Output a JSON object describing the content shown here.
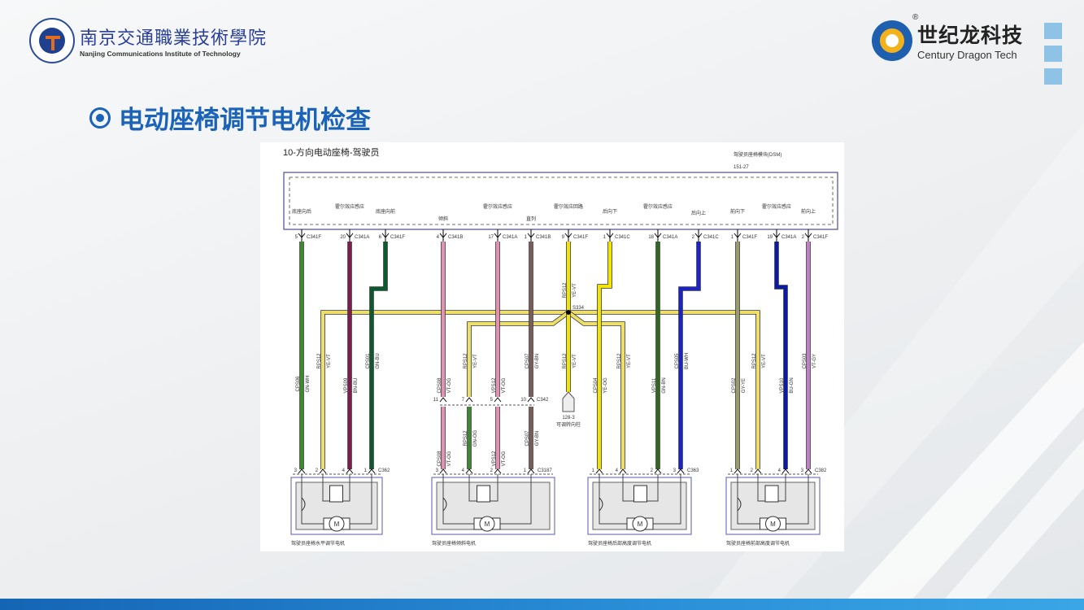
{
  "header": {
    "school_name_cn": "南京交通職業技術學院",
    "school_name_en": "Nanjing Communications Institute of Technology",
    "company_name_cn": "世纪龙科技",
    "company_name_en": "Century Dragon Tech",
    "registered_mark": "®"
  },
  "slide_title": "电动座椅调节电机检查",
  "diagram": {
    "title": "10-方向电动座椅-驾驶员",
    "module_name": "驾驶员座椅模块(DSM)",
    "module_ref": "151-27",
    "splice": "S334",
    "ground_ref": "128-3",
    "ground_label": "可调转向柱",
    "inline_connector": "C342",
    "top_pins": [
      {
        "func": "底座向后",
        "pin": "5",
        "conn": "C341F"
      },
      {
        "func": "霍尔效应感应",
        "pin": "20",
        "conn": "C341A"
      },
      {
        "func": "底座向前",
        "pin": "6",
        "conn": "C341F"
      },
      {
        "func": "倾斜",
        "pin": "4",
        "conn": "C341B"
      },
      {
        "func": "霍尔效应感应",
        "pin": "17",
        "conn": "C341A"
      },
      {
        "func": "直列",
        "pin": "1",
        "conn": "C341B"
      },
      {
        "func": "霍尔效应回路",
        "pin": "9",
        "conn": "C341F"
      },
      {
        "func": "后向下",
        "pin": "1",
        "conn": "C341C"
      },
      {
        "func": "霍尔效应感应",
        "pin": "18",
        "conn": "C341A"
      },
      {
        "func": "后向上",
        "pin": "2",
        "conn": "C341C"
      },
      {
        "func": "前向下",
        "pin": "1",
        "conn": "C341F"
      },
      {
        "func": "霍尔效应感应",
        "pin": "19",
        "conn": "C341A"
      },
      {
        "func": "前向上",
        "pin": "2",
        "conn": "C341F"
      }
    ],
    "wire_labels": [
      {
        "circuit": "CPS06",
        "color": "GN-WH"
      },
      {
        "circuit": "RPS12",
        "color": "YE-VT"
      },
      {
        "circuit": "VPS09",
        "color": "BN-BU"
      },
      {
        "circuit": "CPS01",
        "color": "GN-BU"
      },
      {
        "circuit": "CPS08",
        "color": "VT-OG"
      },
      {
        "circuit": "RPS12",
        "color": "YE-VT"
      },
      {
        "circuit": "VPS12",
        "color": "VT-OG"
      },
      {
        "circuit": "CPS07",
        "color": "GY-BN"
      },
      {
        "circuit": "RPS12",
        "color": "YE-VT"
      },
      {
        "circuit": "RPS12",
        "color": "YE-VT"
      },
      {
        "circuit": "CPS04",
        "color": "YE-OG"
      },
      {
        "circuit": "RPS12",
        "color": "YE-VT"
      },
      {
        "circuit": "VPS11",
        "color": "GN-BN"
      },
      {
        "circuit": "CPS05",
        "color": "BU-WH"
      },
      {
        "circuit": "CPS02",
        "color": "GY-YE"
      },
      {
        "circuit": "RPS12",
        "color": "YE-VT"
      },
      {
        "circuit": "VPS10",
        "color": "BU-GN"
      },
      {
        "circuit": "CPS03",
        "color": "VT-GY"
      },
      {
        "circuit": "CPS08",
        "color": "VT-OG"
      },
      {
        "circuit": "RPS12",
        "color": "GN-OG"
      },
      {
        "circuit": "VPS12",
        "color": "VT-OG"
      },
      {
        "circuit": "CPS07",
        "color": "GY-BN"
      }
    ],
    "c342_pins": [
      "11",
      "7",
      "5",
      "10"
    ],
    "motors": [
      {
        "name": "驾驶员座椅水平调节电机",
        "conn": "C362",
        "pins": [
          "3",
          "2",
          "4",
          "1"
        ],
        "symbol": "M"
      },
      {
        "name": "驾驶员座椅倾斜电机",
        "conn": "C3187",
        "pins": [
          "3",
          "4",
          "2",
          "1"
        ],
        "symbol": "M"
      },
      {
        "name": "驾驶员座椅后部高度调节电机",
        "conn": "C363",
        "pins": [
          "1",
          "4",
          "2",
          "3"
        ],
        "symbol": "M"
      },
      {
        "name": "驾驶员座椅前部高度调节电机",
        "conn": "C382",
        "pins": [
          "1",
          "2",
          "4",
          "3"
        ],
        "symbol": "M"
      }
    ]
  },
  "colors": {
    "title_blue": "#1a63b8",
    "GN": "#3b8a2e",
    "VT": "#7d1d4f",
    "DG": "#0b5a2e",
    "PK": "#e58fb5",
    "BN": "#7a5c58",
    "YE": "#f3e400",
    "YL": "#eede6a",
    "DGN": "#2d6a1e",
    "BU": "#1a22d0",
    "OL": "#9a9a6a",
    "DBU": "#0a1aa8",
    "VI": "#c080c8"
  }
}
